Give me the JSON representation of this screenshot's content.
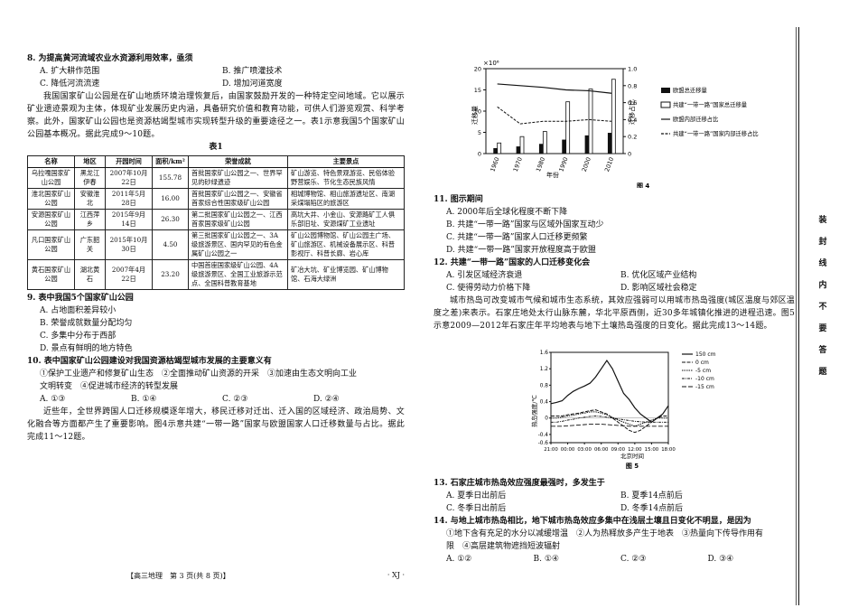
{
  "left": {
    "q8": {
      "stem": "8. 为提高黄河流域农业水资源利用效率，亟须",
      "options": [
        "A. 扩大耕作范围",
        "B. 推广喷灌技术",
        "C. 降低河流流速",
        "D. 增加河道宽度"
      ]
    },
    "intro": "我国国家矿山公园是在矿山地质环境治理恢复后，由国家鼓励开发的一种特定空间地域。它以展示矿业遗迹景观为主体，体现矿业发展历史内涵，具备研究价值和教育功能，可供人们游览观赏、科学考察。此外，国家矿山公园也是资源枯竭型城市实现转型升级的重要途径之一。表1示意我国5个国家矿山公园基本概况。据此完成9～10题。",
    "table": {
      "caption": "表1",
      "headers": [
        "名称",
        "地区",
        "开园时间",
        "面积/km²",
        "荣誉成就",
        "主要景点"
      ],
      "rows": [
        [
          "乌拉嘎国家矿山公园",
          "黑龙江伊春",
          "2007年10月22日",
          "155.78",
          "首批国家矿山公园之一、世界罕见的砂绿遗迹",
          "矿山游览、特色景观游览、民俗体验野营娱乐、节化生态民族风情"
        ],
        [
          "淮北国家矿山公园",
          "安徽淮北",
          "2011年5月28日",
          "16.00",
          "首批国家矿山公园之一、安徽省首家综合性国家级矿山公园",
          "相城博物馆、相山旅游遗址区、南湖采煤塌陷区的旅游区"
        ],
        [
          "安源国家矿山公园",
          "江西萍乡",
          "2015年9月14日",
          "26.30",
          "第二批国家矿山公园之一、江西首家国家级矿山公园",
          "高坑大井、小金山、安源路矿工人俱乐部旧址、安源煤矿工业遗址"
        ],
        [
          "凡口国家矿山公园",
          "广东韶关",
          "2015年10月30日",
          "4.50",
          "第三批国家矿山公园之一、3A级旅游景区、国内罕见的有色金属矿山公园之一",
          "矿山公园博物馆、矿山公园主广场、矿山旅游区、机械设备展示区、科普影视厅、科普长廊、岩心库"
        ],
        [
          "黄石国家矿山公园",
          "湖北黄石",
          "2007年4月22日",
          "23.20",
          "中国首座国家级矿山公园、4A级旅游景区、全国工业旅游示范点、全国科普教育基地",
          "矿冶大坑、矿业博览园、矿山博物馆、石海大绿洲"
        ]
      ]
    },
    "q9": {
      "stem": "9. 表中我国5个国家矿山公园",
      "options": [
        "A. 占地面积差异较小",
        "B. 荣誉成就数量分配均匀",
        "C. 多集中分布于西部",
        "D. 景点有鲜明的地方特色"
      ]
    },
    "q10": {
      "stem": "10. 表中国家矿山公园建设对我国资源枯竭型城市发展的主要意义有",
      "line1": "①保护工业遗产和修复矿山生态　②全面推动矿山资源的开采　③加速由生态文明向工业",
      "line2": "文明转变　④促进城市经济的转型发展",
      "options": [
        "A. ①③",
        "B. ①④",
        "C. ②③",
        "D. ②④"
      ]
    },
    "intro2": "近些年，全世界跨国人口迁移规模逐年增大，移民迁移对迁出、迁入国的区域经济、政治局势、文化融合等方面都产生了重要影响。图4示意共建“一带一路”国家与欧盟国家人口迁移数量与占比。据此完成11～12题。",
    "footer": {
      "left": "【高三地理　第 3 页(共 8 页)】",
      "right": "· XJ ·"
    }
  },
  "fig4": {
    "caption": "图 4",
    "y_left_unit": "×10⁶",
    "y_left_label": "迁移量",
    "y_right_label": "迁移占比",
    "x_label": "年份",
    "legend": [
      "欧盟总迁移量",
      "共建“一带一路”国家总迁移量",
      "欧盟内部迁移占比",
      "共建“一带一路”国家内部迁移占比"
    ]
  },
  "chart_data": {
    "type": "bar",
    "categories": [
      "1960",
      "1970",
      "1980",
      "1990",
      "2000",
      "2010"
    ],
    "ylim_left": [
      0,
      20
    ],
    "ylim_right": [
      0,
      1.0
    ],
    "left_ticks": [
      "0",
      "5",
      "10",
      "15",
      "20"
    ],
    "right_ticks": [
      "0",
      "0.2",
      "0.4",
      "0.6",
      "0.8",
      "1.0"
    ],
    "series": [
      {
        "name": "欧盟总迁移量",
        "kind": "bar",
        "axis": "left",
        "values": [
          1.2,
          1.6,
          2.2,
          3.2,
          4.2,
          4.8
        ]
      },
      {
        "name": "共建“一带一路”国家总迁移量",
        "kind": "bar",
        "axis": "left",
        "values": [
          2.5,
          4.0,
          5.2,
          12.2,
          15.2,
          17.5
        ]
      },
      {
        "name": "欧盟内部迁移占比",
        "kind": "line",
        "axis": "right",
        "values": [
          0.82,
          0.8,
          0.78,
          0.75,
          0.74,
          0.71
        ]
      },
      {
        "name": "共建“一带一路”国家内部迁移占比",
        "kind": "line",
        "axis": "right",
        "values": [
          0.55,
          0.35,
          0.38,
          0.38,
          0.4,
          0.38
        ]
      }
    ]
  },
  "right": {
    "q11": {
      "stem": "11. 图示期间",
      "options": [
        "A. 2000年后全球化程度不断下降",
        "B. 共建“一带一路”国家与区域外国家互动少",
        "C. 共建“一带一路”国家人口迁移更频繁",
        "D. 共建“一带一路”国家开放程度高于欧盟"
      ]
    },
    "q12": {
      "stem": "12. 共建“一带一路”国家的人口迁移变化会",
      "options": [
        "A. 引发区域经济衰退",
        "B. 优化区域产业结构",
        "C. 使得劳动力价格下降",
        "D. 影响区域社会稳定"
      ]
    },
    "intro3": "城市热岛可改变城市气候和城市生态系统，其效应强弱可以用城市热岛强度(城区温度与郊区温度之差)来表示。石家庄地处太行山脉东麓，华北平原西侧，近30多年城镇化推进的进程迅速。图5示意2009—2012年石家庄年平均地表与地下土壤热岛强度的日变化。据此完成13～14题。",
    "fig5": {
      "caption": "图 5",
      "y_label": "热岛强度/℃",
      "x_label": "北京时间",
      "x_ticks": [
        "21:00",
        "00:00",
        "03:00",
        "06:00",
        "09:00",
        "12:00",
        "15:00",
        "18:00"
      ],
      "y_ticks": [
        "1.6",
        "1.2",
        "0.8",
        "0.4",
        "0",
        "-0.4",
        "-0.6"
      ],
      "legend": [
        "150 cm",
        "0 cm",
        "-5 cm",
        "-10 cm",
        "-15 cm"
      ]
    },
    "q13": {
      "stem": "13. 石家庄城市热岛效应强度最强时，多发生于",
      "options": [
        "A. 夏季日出前后",
        "B. 夏季14点前后",
        "C. 冬季日出前后",
        "D. 冬季14点前后"
      ]
    },
    "q14": {
      "stem": "14. 与地上城市热岛相比，地下城市热岛效应多集中在浅层土壤且日变化不明显，是因为",
      "line1": "①地下含有充足的水分以减缓增温　②人为热释放多产生于地表　③热量向下传导作用有",
      "line2": "限　④高层建筑物遮挡短波辐射",
      "options": [
        "A. ①②",
        "B. ①④",
        "C. ②③",
        "D. ③④"
      ]
    }
  },
  "sidebar": {
    "chars": [
      "装",
      "封",
      "线",
      "内",
      "不",
      "要",
      "答",
      "题"
    ]
  }
}
